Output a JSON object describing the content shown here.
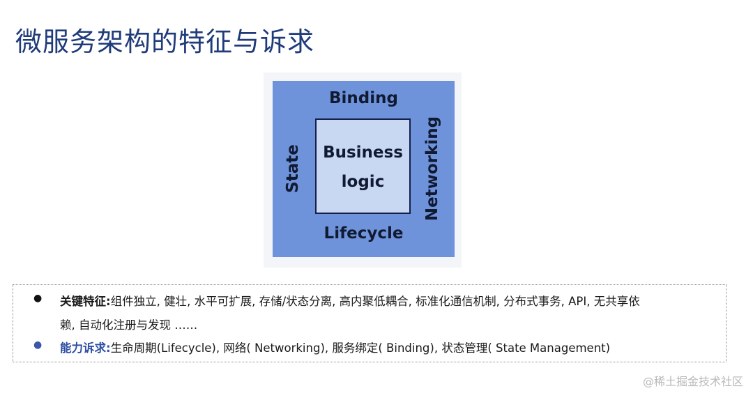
{
  "title": "微服务架构的特征与诉求",
  "diagram": {
    "top": "Binding",
    "bottom": "Lifecycle",
    "left": "State",
    "right": "Networking",
    "center_line1": "Business",
    "center_line2": "logic"
  },
  "bullets": [
    {
      "label": "关键特征:",
      "text_line1": "组件独立, 健壮, 水平可扩展, 存储/状态分离, 高内聚低耦合, 标准化通信机制, 分布式事务, API, 无共享依",
      "text_line2": "赖, 自动化注册与发现 ……"
    },
    {
      "label": "能力诉求:",
      "text_line1": "生命周期(Lifecycle), 网络( Networking), 服务绑定( Binding), 状态管理( State Management)"
    }
  ],
  "watermark": "@稀土掘金技术社区",
  "colors": {
    "title": "#1f3b7a",
    "outer": "#6f93da",
    "inner": "#c9d8f2",
    "accent": "#2f4fa3"
  }
}
